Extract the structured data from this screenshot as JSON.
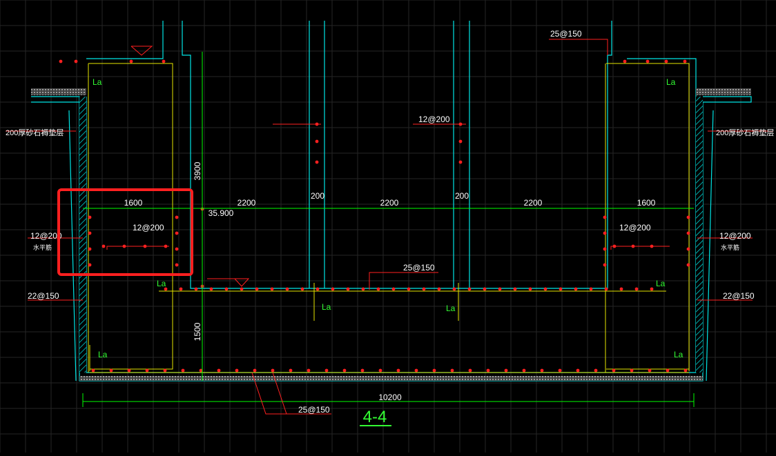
{
  "drawing": {
    "title": "4-4",
    "colors": {
      "background": "#000000",
      "grid": "#2a2a2a",
      "concrete": "#00e6e6",
      "rebar_line": "#e6e600",
      "rebar_dot": "#ff2020",
      "dimension": "#00ff00",
      "annotation": "#ff2020",
      "text": "#ffffff",
      "label_green": "#33ff33",
      "highlight": "#ff2020"
    },
    "dimensions": {
      "bay_left": "1600",
      "bay_2": "2200",
      "wall_1": "200",
      "bay_3": "2200",
      "wall_2": "200",
      "bay_4": "2200",
      "bay_right": "1600",
      "total_width": "10200",
      "height_upper": "3900",
      "height_lower": "1500",
      "elevation": "35.900"
    },
    "rebar_labels": {
      "top_right": "25@150",
      "mid_wall": "12@200",
      "left_bay": "12@200",
      "right_bay": "12@200",
      "left_outer": "12@200",
      "right_outer": "12@200",
      "left_lower": "22@150",
      "right_lower": "22@150",
      "beam_top": "25@150",
      "bottom": "25@150"
    },
    "layer_labels": {
      "left_fill": "200厚砂石褥垫层",
      "right_fill": "200厚砂石褥垫层",
      "left_water": "水平筋",
      "right_water": "水平筋"
    },
    "anchor_label": "La"
  }
}
